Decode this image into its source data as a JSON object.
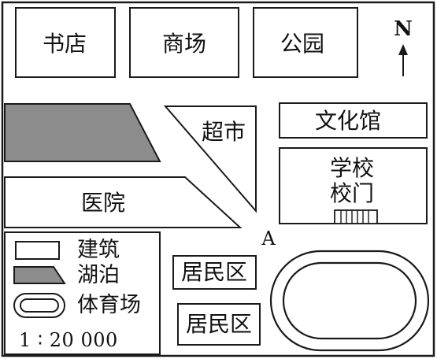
{
  "map": {
    "buildings": {
      "bookstore": "书店",
      "mall": "商场",
      "park": "公园",
      "cultural_center": "文化馆",
      "supermarket": "超市",
      "hospital": "医院",
      "school": "学校",
      "school_gate": "校门",
      "residential_1": "居民区",
      "residential_2": "居民区"
    },
    "north_label": "N",
    "point_label": "A",
    "legend": {
      "building_label": "建筑",
      "lake_label": "湖泊",
      "stadium_label": "体育场"
    },
    "scale": "1 ∶ 20 000",
    "colors": {
      "line": "#1a1a1a",
      "lake_fill": "#8c8c8c",
      "background": "#ffffff"
    }
  }
}
